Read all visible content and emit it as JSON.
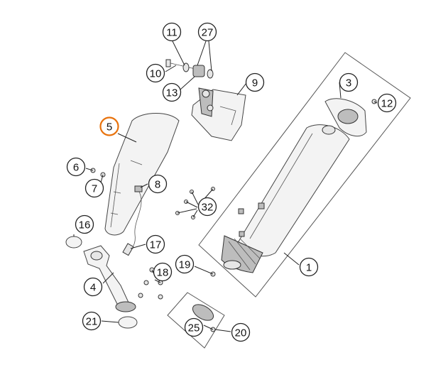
{
  "diagram": {
    "highlight_color": "#e8720c",
    "callouts": [
      {
        "id": "c11",
        "label": "11",
        "highlight": false
      },
      {
        "id": "c27",
        "label": "27",
        "highlight": false
      },
      {
        "id": "c10",
        "label": "10",
        "highlight": false
      },
      {
        "id": "c13",
        "label": "13",
        "highlight": false
      },
      {
        "id": "c9",
        "label": "9",
        "highlight": false
      },
      {
        "id": "c3",
        "label": "3",
        "highlight": false
      },
      {
        "id": "c12",
        "label": "12",
        "highlight": false
      },
      {
        "id": "c5",
        "label": "5",
        "highlight": true
      },
      {
        "id": "c6",
        "label": "6",
        "highlight": false
      },
      {
        "id": "c7",
        "label": "7",
        "highlight": false
      },
      {
        "id": "c8",
        "label": "8",
        "highlight": false
      },
      {
        "id": "c32",
        "label": "32",
        "highlight": false
      },
      {
        "id": "c16",
        "label": "16",
        "highlight": false
      },
      {
        "id": "c17",
        "label": "17",
        "highlight": false
      },
      {
        "id": "c19",
        "label": "19",
        "highlight": false
      },
      {
        "id": "c18",
        "label": "18",
        "highlight": false
      },
      {
        "id": "c1",
        "label": "1",
        "highlight": false
      },
      {
        "id": "c4",
        "label": "4",
        "highlight": false
      },
      {
        "id": "c21",
        "label": "21",
        "highlight": false
      },
      {
        "id": "c25",
        "label": "25",
        "highlight": false
      },
      {
        "id": "c20",
        "label": "20",
        "highlight": false
      }
    ]
  }
}
